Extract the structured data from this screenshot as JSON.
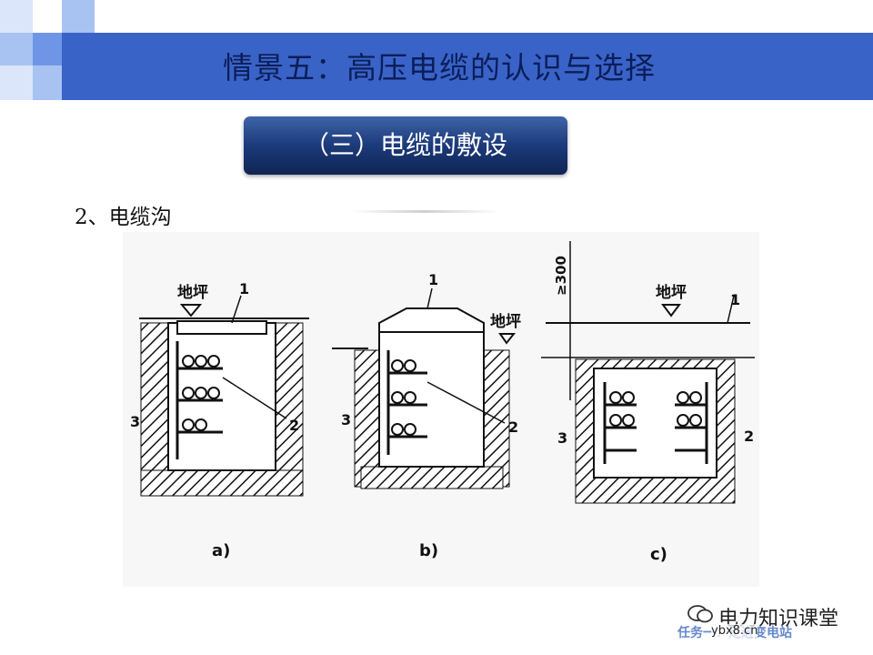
{
  "title": "情景五：高压电缆的认识与选择",
  "subtitle": "（三）电缆的敷设",
  "section_heading": "2、电缆沟",
  "diagram": {
    "ground_label": "地坪",
    "depth_label": "≥300",
    "callouts": [
      "1",
      "2",
      "3"
    ],
    "panel_labels": [
      "a)",
      "b)",
      "c)"
    ]
  },
  "watermark": {
    "name": "电力知识课堂",
    "task": "任务一：走进变电站",
    "url": "ybx8.cn"
  },
  "colors": {
    "title_bar": "#3a63c8",
    "title_text": "#0b1e58",
    "subtitle_dark": "#0f2553",
    "corner_squares": [
      "#6f96e6",
      "#a8c2f2",
      "#dbe6fa"
    ]
  }
}
